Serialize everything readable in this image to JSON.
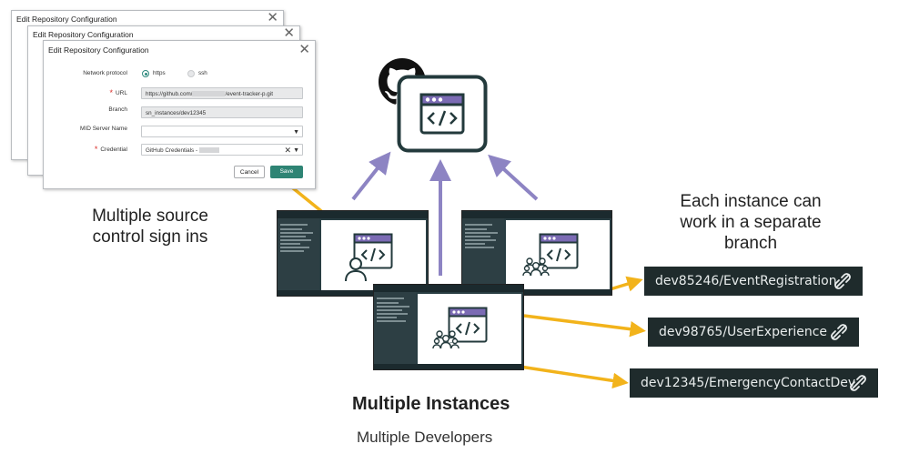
{
  "dialogs": {
    "back_title": "Edit Repository Configuration",
    "middle_title": "Edit Repository Configuration",
    "front": {
      "title": "Edit Repository Configuration",
      "network_protocol_label": "Network protocol",
      "protocol_options": [
        "https",
        "ssh"
      ],
      "protocol_selected": "https",
      "url_label": "URL",
      "url_value_prefix": "https://github.com/",
      "url_value_suffix": "/event-tracker-p.git",
      "branch_label": "Branch",
      "branch_value": "sn_instances/dev12345",
      "mid_server_label": "MID Server Name",
      "mid_server_value": "",
      "credential_label": "Credential",
      "credential_value": "GitHub Credentials -",
      "cancel_label": "Cancel",
      "save_label": "Save"
    }
  },
  "labels": {
    "sign_ins": "Multiple source control sign ins",
    "branch_note": "Each instance can work in a separate branch",
    "instances_heading": "Multiple Instances",
    "developers_sub": "Multiple Developers"
  },
  "branches": [
    "dev85246/EventRegistration",
    "dev98765/UserExperience",
    "dev12345/EmergencyContactDev"
  ],
  "colors": {
    "accent_arrow": "#f2b31b",
    "push_arrow": "#8d84c3",
    "icon_purple": "#7b6bb4",
    "pill_bg": "#1f2b2c",
    "save_button": "#2e8474"
  },
  "icons": [
    "github-icon",
    "code-window-icon",
    "developer-icon",
    "team-icon",
    "unlink-icon",
    "close-icon",
    "dropdown-caret-icon"
  ]
}
